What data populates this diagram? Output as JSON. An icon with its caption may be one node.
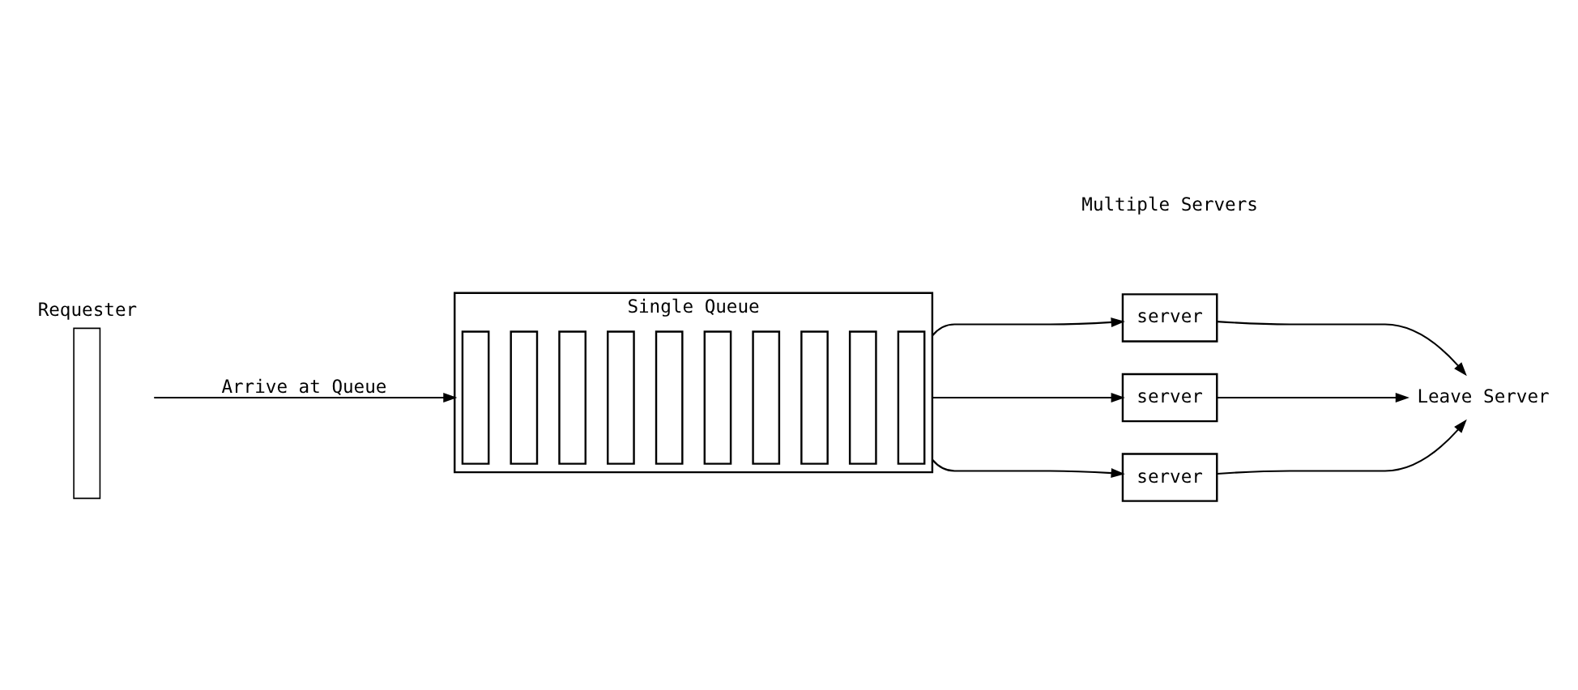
{
  "diagram": {
    "nodes": [
      {
        "text": [
          "Requester"
        ]
      },
      {
        "text": [
          "Single Queue"
        ]
      },
      {
        "text": [],
        "shape": "box",
        "in": 1
      },
      {
        "text": [],
        "shape": "box",
        "in": 1
      },
      {
        "text": [],
        "shape": "box",
        "in": 1
      },
      {
        "text": [],
        "shape": "box",
        "in": 1
      },
      {
        "text": [],
        "shape": "box",
        "in": 1
      },
      {
        "text": [],
        "shape": "box",
        "in": 1
      },
      {
        "text": [],
        "shape": "box",
        "in": 1
      },
      {
        "text": [],
        "shape": "box",
        "in": 1
      },
      {
        "text": [],
        "shape": "box",
        "in": 1
      },
      {
        "text": [],
        "shape": "box",
        "in": 1
      },
      {
        "text": [
          "server"
        ]
      },
      {
        "text": [
          "server"
        ]
      },
      {
        "text": [
          "server"
        ]
      },
      {
        "text": [
          "Leave Server"
        ]
      }
    ],
    "edges": [
      {
        "from": 0,
        "to": 1,
        "arrow": "to",
        "label": "Arrive at Queue"
      },
      {
        "from": 1,
        "to": 12,
        "arrow": "to"
      },
      {
        "from": 1,
        "to": 13,
        "arrow": "to"
      },
      {
        "from": 1,
        "to": 14,
        "arrow": "to"
      },
      {
        "from": 12,
        "to": 15,
        "arrow": "to"
      },
      {
        "from": 13,
        "to": 15,
        "arrow": "to"
      },
      {
        "from": 14,
        "to": 15,
        "arrow": "to"
      }
    ],
    "labels": [
      "Multiple Servers"
    ]
  }
}
